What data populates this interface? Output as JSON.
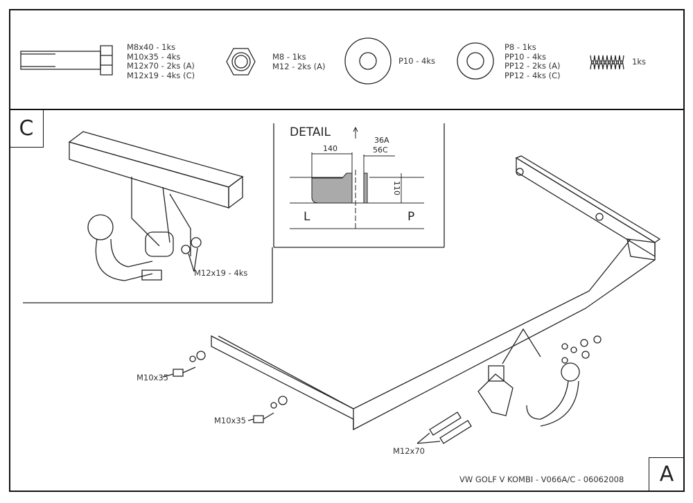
{
  "parts": {
    "bolt": {
      "lines": [
        "M8x40 - 1ks",
        "M10x35 - 4ks",
        "M12x70 - 2ks (A)",
        "M12x19 - 4ks (C)"
      ]
    },
    "nut": {
      "lines": [
        "M8 - 1ks",
        "M12 - 2ks (A)"
      ]
    },
    "flat_washer": {
      "lines": [
        "P10 - 4ks"
      ]
    },
    "spring_washer": {
      "lines": [
        "P8 - 1ks",
        "PP10 - 4ks",
        "PP12 - 2ks (A)",
        "PP12 - 4ks (C)"
      ]
    },
    "spring": {
      "lines": [
        "1ks"
      ]
    }
  },
  "variant_c": {
    "label": "C",
    "callout": "M12x19 - 4ks"
  },
  "detail": {
    "title": "DETAIL",
    "dim_width": "140",
    "dim_offset_a": "36A",
    "dim_offset_c": "56C",
    "dim_height": "110",
    "left_label": "L",
    "right_label": "P"
  },
  "variant_a": {
    "label": "A",
    "callouts": [
      "M10x35",
      "M10x35",
      "M12x70"
    ]
  },
  "footer": {
    "title": "VW GOLF V KOMBI - V066A/C - 06062008"
  }
}
